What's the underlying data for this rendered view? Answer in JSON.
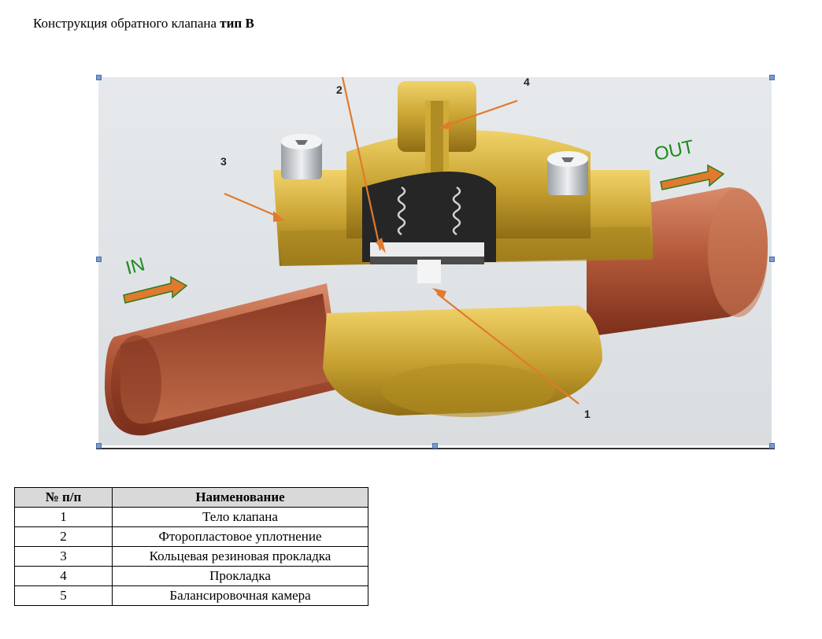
{
  "document": {
    "title_prefix": "Конструкция обратного клапана ",
    "title_bold": "тип В"
  },
  "figure": {
    "labels": {
      "in": "IN",
      "out": "OUT"
    },
    "callouts": [
      "1",
      "2",
      "3",
      "4"
    ],
    "colors": {
      "copper": "#b4593a",
      "brass": "#c9a332",
      "arrow": "#e07a2e",
      "flow": "#1f8a1f"
    }
  },
  "table": {
    "headers": [
      "№ п/п",
      "Наименование"
    ],
    "rows": [
      [
        "1",
        "Тело клапана"
      ],
      [
        "2",
        "Фторопластовое уплотнение"
      ],
      [
        "3",
        "Кольцевая резиновая прокладка"
      ],
      [
        "4",
        "Прокладка"
      ],
      [
        "5",
        "Балансировочная камера"
      ]
    ]
  }
}
